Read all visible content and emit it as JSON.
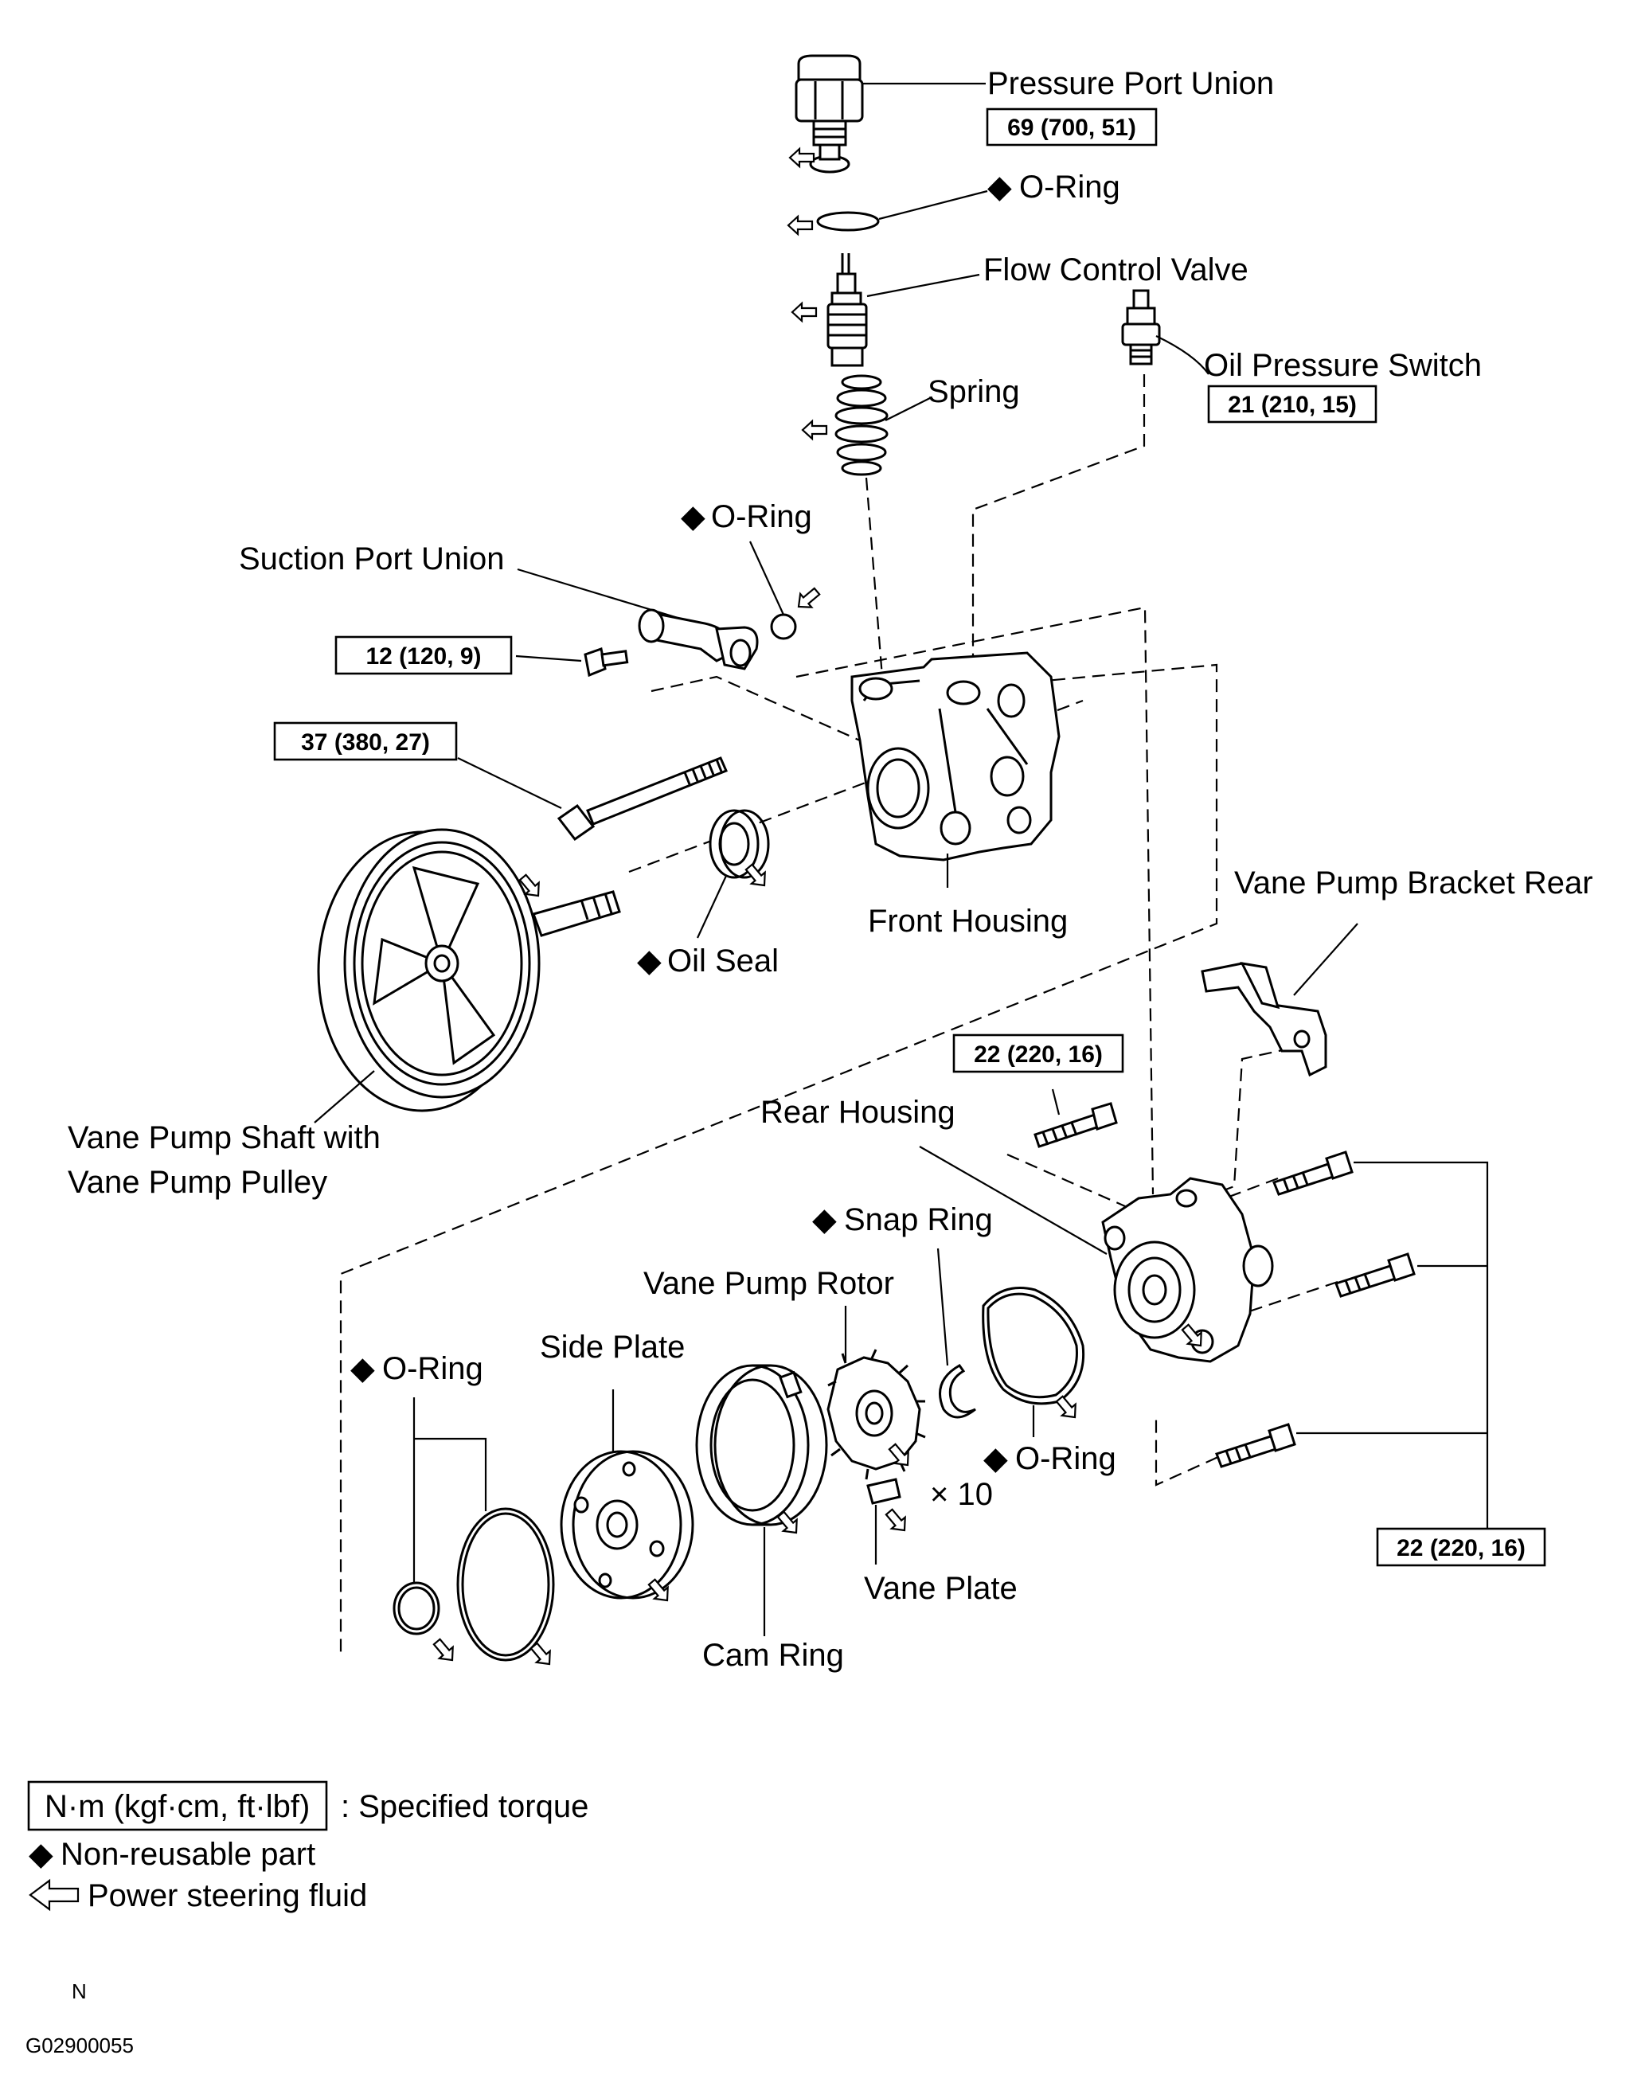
{
  "labels": {
    "pressure_port_union": "Pressure Port Union",
    "o_ring_top": "O-Ring",
    "flow_control_valve": "Flow Control Valve",
    "oil_pressure_switch": "Oil Pressure Switch",
    "spring": "Spring",
    "o_ring_suction": "O-Ring",
    "suction_port_union": "Suction Port Union",
    "front_housing": "Front Housing",
    "oil_seal": "Oil Seal",
    "vane_pump_bracket_rear": "Vane Pump Bracket Rear",
    "vane_pump_shaft_line1": "Vane Pump Shaft with",
    "vane_pump_shaft_line2": "Vane Pump Pulley",
    "rear_housing": "Rear Housing",
    "snap_ring": "Snap Ring",
    "vane_pump_rotor": "Vane Pump Rotor",
    "side_plate": "Side Plate",
    "o_ring_left": "O-Ring",
    "o_ring_rear": "O-Ring",
    "vane_plate": "Vane Plate",
    "vane_plate_count": "× 10",
    "cam_ring": "Cam Ring"
  },
  "torque": {
    "pressure_port_union": "69 (700, 51)",
    "oil_pressure_switch": "21 (210, 15)",
    "bolt_12": "12 (120, 9)",
    "bolt_37": "37 (380, 27)",
    "rear_bolt_upper": "22 (220, 16)",
    "rear_bolts_group": "22 (220, 16)"
  },
  "legend": {
    "torque_unit": "N·m (kgf·cm, ft·lbf)",
    "torque_desc": ": Specified torque",
    "non_reusable": "Non-reusable  part",
    "fluid": "Power steering fluid"
  },
  "footer": {
    "letter": "N",
    "code": "G02900055"
  },
  "symbols": {
    "diamond": "◆"
  }
}
